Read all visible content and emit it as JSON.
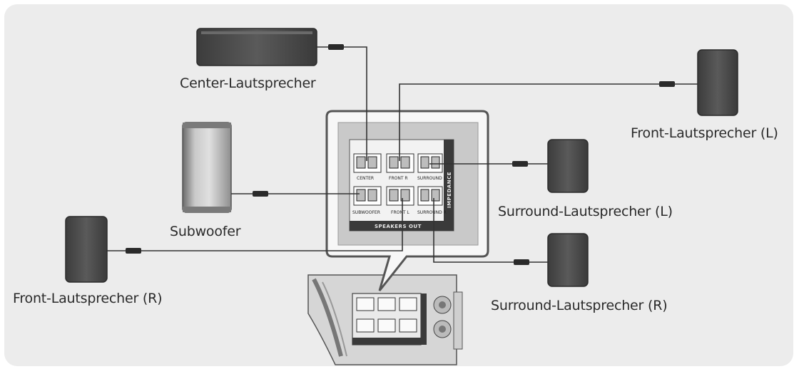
{
  "labels": {
    "center": "Center-Lautsprecher",
    "front_left": "Front-Lautsprecher (L)",
    "subwoofer": "Subwoofer",
    "surround_left": "Surround-Lautsprecher (L)",
    "front_right": "Front-Lautsprecher (R)",
    "surround_right": "Surround-Lautsprecher (R)"
  },
  "terminals": {
    "center": "CENTER",
    "front_r": "FRONT R",
    "surround_l": "SURROUND L",
    "subwoofer": "SUBWOOFER",
    "front_l": "FRONT L",
    "surround_r": "SURROUND R"
  },
  "panel": {
    "speakers_out": "SPEAKERS OUT",
    "impedance": "IMPEDANCE"
  },
  "colors": {
    "background": "#ececec",
    "speaker_dark": "#4a4a4a",
    "wire": "#333333"
  }
}
